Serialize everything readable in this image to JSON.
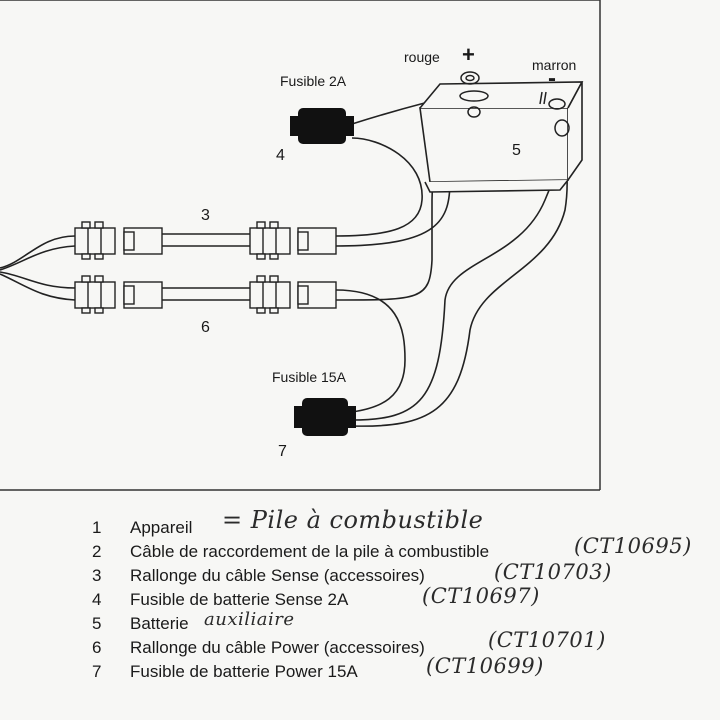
{
  "diagram": {
    "labels": {
      "rouge": "rouge",
      "plus": "+",
      "marron": "marron",
      "minus": "-",
      "fusible_2a": "Fusible 2A",
      "fusible_15a": "Fusible 15A",
      "n3": "3",
      "n4": "4",
      "n5": "5",
      "n6": "6",
      "n7": "7"
    }
  },
  "legend": {
    "items": [
      {
        "num": "1",
        "text": "Appareil",
        "note": "= Pile à combustible"
      },
      {
        "num": "2",
        "text": "Câble de raccordement de la pile à combustible",
        "note": "(CT10695)"
      },
      {
        "num": "3",
        "text": "Rallonge du câble Sense (accessoires)",
        "note": "(CT10703)"
      },
      {
        "num": "4",
        "text": "Fusible de batterie Sense 2A",
        "note": "(CT10697)"
      },
      {
        "num": "5",
        "text": "Batterie",
        "note": "auxiliaire"
      },
      {
        "num": "6",
        "text": "Rallonge du câble Power (accessoires)",
        "note": "(CT10701)"
      },
      {
        "num": "7",
        "text": "Fusible de batterie Power 15A",
        "note": "(CT10699)"
      }
    ]
  }
}
